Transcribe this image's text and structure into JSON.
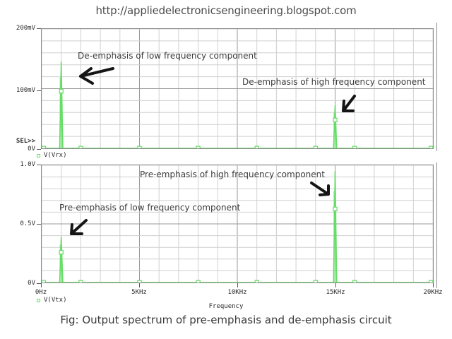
{
  "header": {
    "url_title": "http://appliedelectronicsengineering.blogspot.com"
  },
  "caption": {
    "text": "Fig: Output spectrum of pre-emphasis and de-emphasis circuit"
  },
  "axis": {
    "x_title": "Frequency",
    "x_ticks": [
      "0Hz",
      "5KHz",
      "10KHz",
      "15KHz",
      "20KHz"
    ],
    "top_y_ticks": [
      "200mV",
      "100mV",
      "0V"
    ],
    "bottom_y_ticks": [
      "1.0V",
      "0.5V",
      "0V"
    ],
    "sel_marker": "SEL>>"
  },
  "legend": {
    "top": "V(Vrx)",
    "bottom": "V(Vtx)"
  },
  "annotations": {
    "top_low": "De-emphasis of low frequency component",
    "top_high": "De-emphasis of high frequency component",
    "bottom_high": "Pre-emphasis of high frequency component",
    "bottom_low": "Pre-emphasis of low frequency component"
  },
  "colors": {
    "trace": "#66dd66",
    "grid": "#d0d0d0",
    "grid_major": "#9a9a9a",
    "frame": "#8a8a8a",
    "text": "#2b2b2b",
    "annotation": "#3c3c3c"
  },
  "chart_data": {
    "type": "line",
    "title": "Output spectrum of pre-emphasis and de-emphasis circuit",
    "xlabel": "Frequency",
    "grid": true,
    "legend_position": "below-axis-left",
    "panels": [
      {
        "name": "de-emphasis-output",
        "ylabel": "V(Vrx)",
        "ylim": [
          0,
          200
        ],
        "y_unit": "mV",
        "y_ticks": [
          0,
          100,
          200
        ],
        "y_tick_labels": [
          "0V",
          "100mV",
          "200mV"
        ],
        "xlim": [
          0,
          20000
        ],
        "x_unit": "Hz",
        "series": [
          {
            "name": "V(Vrx)",
            "color": "#66dd66",
            "points": [
              {
                "f_hz": 0,
                "v_mv": 0
              },
              {
                "f_hz": 1000,
                "v_mv": 145
              },
              {
                "f_hz": 2000,
                "v_mv": 0
              },
              {
                "f_hz": 5000,
                "v_mv": 0
              },
              {
                "f_hz": 8000,
                "v_mv": 0
              },
              {
                "f_hz": 11000,
                "v_mv": 0
              },
              {
                "f_hz": 14000,
                "v_mv": 0
              },
              {
                "f_hz": 15000,
                "v_mv": 72
              },
              {
                "f_hz": 16000,
                "v_mv": 0
              },
              {
                "f_hz": 20000,
                "v_mv": 0
              }
            ],
            "markers_f_hz": [
              0,
              2000,
              5000,
              8000,
              11000,
              14000,
              16000,
              20000
            ],
            "peaks": [
              {
                "f_hz": 1000,
                "v_mv": 145,
                "label": "low frequency component"
              },
              {
                "f_hz": 15000,
                "v_mv": 72,
                "label": "high frequency component"
              }
            ]
          }
        ]
      },
      {
        "name": "pre-emphasis-output",
        "ylabel": "V(Vtx)",
        "ylim": [
          0,
          1.0
        ],
        "y_unit": "V",
        "y_ticks": [
          0,
          0.5,
          1.0
        ],
        "y_tick_labels": [
          "0V",
          "0.5V",
          "1.0V"
        ],
        "xlim": [
          0,
          20000
        ],
        "x_unit": "Hz",
        "series": [
          {
            "name": "V(Vtx)",
            "color": "#66dd66",
            "points": [
              {
                "f_hz": 0,
                "v_v": 0
              },
              {
                "f_hz": 1000,
                "v_v": 0.39
              },
              {
                "f_hz": 2000,
                "v_v": 0
              },
              {
                "f_hz": 5000,
                "v_v": 0
              },
              {
                "f_hz": 8000,
                "v_v": 0
              },
              {
                "f_hz": 11000,
                "v_v": 0
              },
              {
                "f_hz": 14000,
                "v_v": 0
              },
              {
                "f_hz": 15000,
                "v_v": 0.95
              },
              {
                "f_hz": 16000,
                "v_v": 0
              },
              {
                "f_hz": 20000,
                "v_v": 0
              }
            ],
            "markers_f_hz": [
              0,
              2000,
              5000,
              8000,
              11000,
              14000,
              16000,
              20000
            ],
            "peaks": [
              {
                "f_hz": 1000,
                "v_v": 0.39,
                "label": "low frequency component"
              },
              {
                "f_hz": 15000,
                "v_v": 0.95,
                "label": "high frequency component"
              }
            ]
          }
        ]
      }
    ]
  }
}
